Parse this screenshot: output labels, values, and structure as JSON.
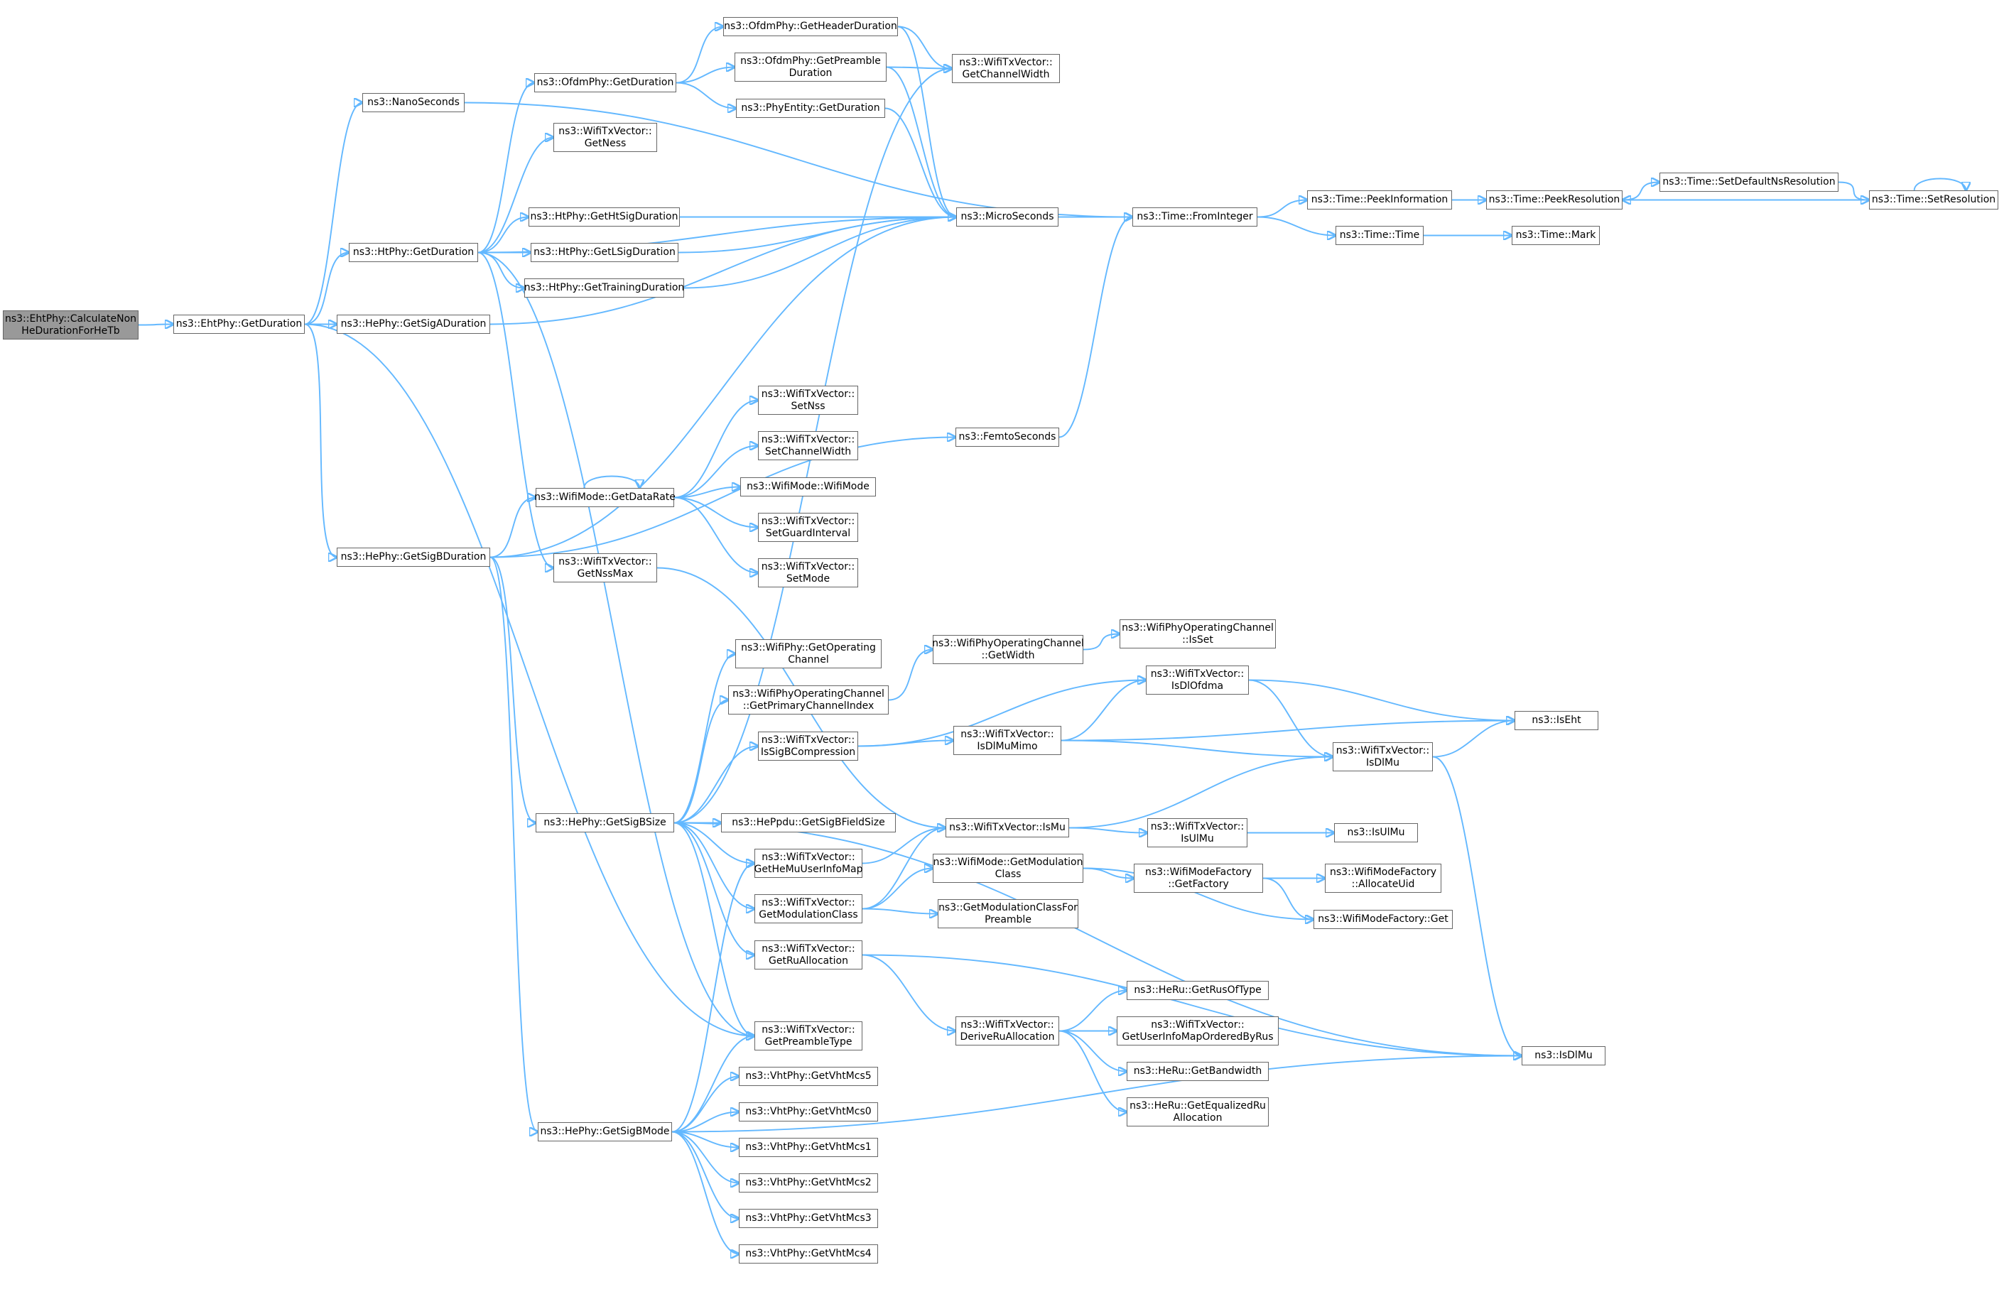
{
  "graph": {
    "style": {
      "edge_color": "#63b8ff",
      "node_border": "#666666",
      "root_fill": "#999999",
      "node_fill": "#ffffff"
    },
    "nodes": [
      {
        "id": "root",
        "lines": [
          "ns3::EhtPhy::CalculateNon",
          "HeDurationForHeTb"
        ],
        "root": true
      },
      {
        "id": "eht_getduration",
        "lines": [
          "ns3::EhtPhy::GetDuration"
        ]
      },
      {
        "id": "nanoseconds",
        "lines": [
          "ns3::NanoSeconds"
        ]
      },
      {
        "id": "ht_getduration",
        "lines": [
          "ns3::HtPhy::GetDuration"
        ]
      },
      {
        "id": "he_getsigaduration",
        "lines": [
          "ns3::HePhy::GetSigADuration"
        ]
      },
      {
        "id": "he_getsigbduration",
        "lines": [
          "ns3::HePhy::GetSigBDuration"
        ]
      },
      {
        "id": "ofdm_getheaderduration",
        "lines": [
          "ns3::OfdmPhy::GetHeaderDuration"
        ]
      },
      {
        "id": "ofdm_getduration",
        "lines": [
          "ns3::OfdmPhy::GetDuration"
        ]
      },
      {
        "id": "ofdm_getpreambleduration",
        "lines": [
          "ns3::OfdmPhy::GetPreamble",
          "Duration"
        ]
      },
      {
        "id": "phyentity_getduration",
        "lines": [
          "ns3::PhyEntity::GetDuration"
        ]
      },
      {
        "id": "txv_getness",
        "lines": [
          "ns3::WifiTxVector::",
          "GetNess"
        ]
      },
      {
        "id": "ht_gethtsigduration",
        "lines": [
          "ns3::HtPhy::GetHtSigDuration"
        ]
      },
      {
        "id": "ht_getlsigduration",
        "lines": [
          "ns3::HtPhy::GetLSigDuration"
        ]
      },
      {
        "id": "ht_gettrainingduration",
        "lines": [
          "ns3::HtPhy::GetTrainingDuration"
        ]
      },
      {
        "id": "txv_getchannelwidth",
        "lines": [
          "ns3::WifiTxVector::",
          "GetChannelWidth"
        ]
      },
      {
        "id": "microseconds",
        "lines": [
          "ns3::MicroSeconds"
        ]
      },
      {
        "id": "time_frominteger",
        "lines": [
          "ns3::Time::FromInteger"
        ]
      },
      {
        "id": "time_peekinformation",
        "lines": [
          "ns3::Time::PeekInformation"
        ]
      },
      {
        "id": "time_peekresolution",
        "lines": [
          "ns3::Time::PeekResolution"
        ]
      },
      {
        "id": "time_setdefaultnsresolution",
        "lines": [
          "ns3::Time::SetDefaultNsResolution"
        ]
      },
      {
        "id": "time_setresolution",
        "lines": [
          "ns3::Time::SetResolution"
        ]
      },
      {
        "id": "time_time",
        "lines": [
          "ns3::Time::Time"
        ]
      },
      {
        "id": "time_mark",
        "lines": [
          "ns3::Time::Mark"
        ]
      },
      {
        "id": "txv_setnss",
        "lines": [
          "ns3::WifiTxVector::",
          "SetNss"
        ]
      },
      {
        "id": "txv_setchannelwidth",
        "lines": [
          "ns3::WifiTxVector::",
          "SetChannelWidth"
        ]
      },
      {
        "id": "wifimode_wifimode",
        "lines": [
          "ns3::WifiMode::WifiMode"
        ]
      },
      {
        "id": "wifimode_getdatarate",
        "lines": [
          "ns3::WifiMode::GetDataRate"
        ]
      },
      {
        "id": "txv_setguardinterval",
        "lines": [
          "ns3::WifiTxVector::",
          "SetGuardInterval"
        ]
      },
      {
        "id": "txv_setmode",
        "lines": [
          "ns3::WifiTxVector::",
          "SetMode"
        ]
      },
      {
        "id": "txv_getnssmax",
        "lines": [
          "ns3::WifiTxVector::",
          "GetNssMax"
        ]
      },
      {
        "id": "femtoseconds",
        "lines": [
          "ns3::FemtoSeconds"
        ]
      },
      {
        "id": "wifiphy_getoperatingchannel",
        "lines": [
          "ns3::WifiPhy::GetOperating",
          "Channel"
        ]
      },
      {
        "id": "opch_getwidth",
        "lines": [
          "ns3::WifiPhyOperatingChannel",
          "::GetWidth"
        ]
      },
      {
        "id": "opch_isset",
        "lines": [
          "ns3::WifiPhyOperatingChannel",
          "::IsSet"
        ]
      },
      {
        "id": "opch_getprimarychannelindex",
        "lines": [
          "ns3::WifiPhyOperatingChannel",
          "::GetPrimaryChannelIndex"
        ]
      },
      {
        "id": "txv_isdlofdma",
        "lines": [
          "ns3::WifiTxVector::",
          "IsDlOfdma"
        ]
      },
      {
        "id": "iseht",
        "lines": [
          "ns3::IsEht"
        ]
      },
      {
        "id": "txv_issigbcompression",
        "lines": [
          "ns3::WifiTxVector::",
          "IsSigBCompression"
        ]
      },
      {
        "id": "txv_isdlmumimo",
        "lines": [
          "ns3::WifiTxVector::",
          "IsDlMuMimo"
        ]
      },
      {
        "id": "txv_isdlmu",
        "lines": [
          "ns3::WifiTxVector::",
          "IsDlMu"
        ]
      },
      {
        "id": "he_getsigbsize",
        "lines": [
          "ns3::HePhy::GetSigBSize"
        ]
      },
      {
        "id": "heppdu_getsigbfieldsize",
        "lines": [
          "ns3::HePpdu::GetSigBFieldSize"
        ]
      },
      {
        "id": "txv_ismu",
        "lines": [
          "ns3::WifiTxVector::IsMu"
        ]
      },
      {
        "id": "txv_isulmu",
        "lines": [
          "ns3::WifiTxVector::",
          "IsUlMu"
        ]
      },
      {
        "id": "isulmu",
        "lines": [
          "ns3::IsUlMu"
        ]
      },
      {
        "id": "txv_gethemuuserinfomap",
        "lines": [
          "ns3::WifiTxVector::",
          "GetHeMuUserInfoMap"
        ]
      },
      {
        "id": "wifimode_getmodulationclass",
        "lines": [
          "ns3::WifiMode::GetModulation",
          "Class"
        ]
      },
      {
        "id": "wmf_getfactory",
        "lines": [
          "ns3::WifiModeFactory",
          "::GetFactory"
        ]
      },
      {
        "id": "wmf_allocateuid",
        "lines": [
          "ns3::WifiModeFactory",
          "::AllocateUid"
        ]
      },
      {
        "id": "txv_getmodulationclass",
        "lines": [
          "ns3::WifiTxVector::",
          "GetModulationClass"
        ]
      },
      {
        "id": "getmodulationclassforpreamble",
        "lines": [
          "ns3::GetModulationClassFor",
          "Preamble"
        ]
      },
      {
        "id": "wmf_get",
        "lines": [
          "ns3::WifiModeFactory::Get"
        ]
      },
      {
        "id": "txv_getruallocation",
        "lines": [
          "ns3::WifiTxVector::",
          "GetRuAllocation"
        ]
      },
      {
        "id": "heru_getrusoftype",
        "lines": [
          "ns3::HeRu::GetRusOfType"
        ]
      },
      {
        "id": "txv_deriveruallocation",
        "lines": [
          "ns3::WifiTxVector::",
          "DeriveRuAllocation"
        ]
      },
      {
        "id": "txv_getuserinfomaporderedbyrus",
        "lines": [
          "ns3::WifiTxVector::",
          "GetUserInfoMapOrderedByRus"
        ]
      },
      {
        "id": "heru_getbandwidth",
        "lines": [
          "ns3::HeRu::GetBandwidth"
        ]
      },
      {
        "id": "heru_getequalizedruallocation",
        "lines": [
          "ns3::HeRu::GetEqualizedRu",
          "Allocation"
        ]
      },
      {
        "id": "isdlmu",
        "lines": [
          "ns3::IsDlMu"
        ]
      },
      {
        "id": "txv_getpreambletype",
        "lines": [
          "ns3::WifiTxVector::",
          "GetPreambleType"
        ]
      },
      {
        "id": "vht_getvhtmcs5",
        "lines": [
          "ns3::VhtPhy::GetVhtMcs5"
        ]
      },
      {
        "id": "vht_getvhtmcs0",
        "lines": [
          "ns3::VhtPhy::GetVhtMcs0"
        ]
      },
      {
        "id": "he_getsigbmode",
        "lines": [
          "ns3::HePhy::GetSigBMode"
        ]
      },
      {
        "id": "vht_getvhtmcs1",
        "lines": [
          "ns3::VhtPhy::GetVhtMcs1"
        ]
      },
      {
        "id": "vht_getvhtmcs2",
        "lines": [
          "ns3::VhtPhy::GetVhtMcs2"
        ]
      },
      {
        "id": "vht_getvhtmcs3",
        "lines": [
          "ns3::VhtPhy::GetVhtMcs3"
        ]
      },
      {
        "id": "vht_getvhtmcs4",
        "lines": [
          "ns3::VhtPhy::GetVhtMcs4"
        ]
      }
    ],
    "edges": [
      [
        "root",
        "eht_getduration"
      ],
      [
        "eht_getduration",
        "nanoseconds"
      ],
      [
        "eht_getduration",
        "ht_getduration"
      ],
      [
        "eht_getduration",
        "he_getsigaduration"
      ],
      [
        "eht_getduration",
        "he_getsigbduration"
      ],
      [
        "eht_getduration",
        "txv_getpreambletype"
      ],
      [
        "nanoseconds",
        "time_frominteger"
      ],
      [
        "ht_getduration",
        "ofdm_getduration"
      ],
      [
        "ht_getduration",
        "txv_getness"
      ],
      [
        "ht_getduration",
        "microseconds"
      ],
      [
        "ht_getduration",
        "ht_gethtsigduration"
      ],
      [
        "ht_getduration",
        "ht_getlsigduration"
      ],
      [
        "ht_getduration",
        "ht_gettrainingduration"
      ],
      [
        "ht_getduration",
        "txv_getnssmax"
      ],
      [
        "ht_getduration",
        "txv_getpreambletype"
      ],
      [
        "ofdm_getduration",
        "ofdm_getheaderduration"
      ],
      [
        "ofdm_getduration",
        "ofdm_getpreambleduration"
      ],
      [
        "ofdm_getduration",
        "phyentity_getduration"
      ],
      [
        "ofdm_getheaderduration",
        "txv_getchannelwidth"
      ],
      [
        "ofdm_getheaderduration",
        "microseconds"
      ],
      [
        "ofdm_getpreambleduration",
        "txv_getchannelwidth"
      ],
      [
        "ofdm_getpreambleduration",
        "microseconds"
      ],
      [
        "phyentity_getduration",
        "microseconds"
      ],
      [
        "ht_gethtsigduration",
        "microseconds"
      ],
      [
        "ht_getlsigduration",
        "microseconds"
      ],
      [
        "ht_gettrainingduration",
        "microseconds"
      ],
      [
        "he_getsigaduration",
        "microseconds"
      ],
      [
        "microseconds",
        "time_frominteger"
      ],
      [
        "time_frominteger",
        "time_peekinformation"
      ],
      [
        "time_frominteger",
        "time_time"
      ],
      [
        "time_peekinformation",
        "time_peekresolution"
      ],
      [
        "time_peekresolution",
        "time_setdefaultnsresolution"
      ],
      [
        "time_setdefaultnsresolution",
        "time_setresolution"
      ],
      [
        "time_setresolution",
        "time_peekresolution"
      ],
      [
        "time_setresolution",
        "time_setresolution"
      ],
      [
        "time_time",
        "time_mark"
      ],
      [
        "he_getsigbduration",
        "microseconds"
      ],
      [
        "he_getsigbduration",
        "wifimode_getdatarate"
      ],
      [
        "he_getsigbduration",
        "femtoseconds"
      ],
      [
        "he_getsigbduration",
        "he_getsigbsize"
      ],
      [
        "he_getsigbduration",
        "he_getsigbmode"
      ],
      [
        "wifimode_getdatarate",
        "wifimode_getdatarate"
      ],
      [
        "wifimode_getdatarate",
        "txv_setnss"
      ],
      [
        "wifimode_getdatarate",
        "txv_setchannelwidth"
      ],
      [
        "wifimode_getdatarate",
        "wifimode_wifimode"
      ],
      [
        "wifimode_getdatarate",
        "txv_setguardinterval"
      ],
      [
        "wifimode_getdatarate",
        "txv_setmode"
      ],
      [
        "femtoseconds",
        "time_frominteger"
      ],
      [
        "txv_getnssmax",
        "txv_ismu"
      ],
      [
        "he_getsigbsize",
        "txv_getchannelwidth"
      ],
      [
        "he_getsigbsize",
        "wifiphy_getoperatingchannel"
      ],
      [
        "he_getsigbsize",
        "opch_getprimarychannelindex"
      ],
      [
        "he_getsigbsize",
        "txv_issigbcompression"
      ],
      [
        "he_getsigbsize",
        "heppdu_getsigbfieldsize"
      ],
      [
        "he_getsigbsize",
        "txv_gethemuuserinfomap"
      ],
      [
        "he_getsigbsize",
        "txv_getmodulationclass"
      ],
      [
        "he_getsigbsize",
        "txv_getruallocation"
      ],
      [
        "he_getsigbsize",
        "txv_getpreambletype"
      ],
      [
        "he_getsigbsize",
        "isdlmu"
      ],
      [
        "opch_getprimarychannelindex",
        "opch_getwidth"
      ],
      [
        "opch_getwidth",
        "opch_isset"
      ],
      [
        "txv_issigbcompression",
        "txv_isdlofdma"
      ],
      [
        "txv_issigbcompression",
        "txv_isdlmumimo"
      ],
      [
        "txv_isdlofdma",
        "iseht"
      ],
      [
        "txv_isdlofdma",
        "txv_isdlmu"
      ],
      [
        "txv_isdlmumimo",
        "txv_isdlofdma"
      ],
      [
        "txv_isdlmumimo",
        "iseht"
      ],
      [
        "txv_isdlmumimo",
        "txv_isdlmu"
      ],
      [
        "txv_isdlmu",
        "iseht"
      ],
      [
        "txv_isdlmu",
        "isdlmu"
      ],
      [
        "txv_ismu",
        "txv_isdlmu"
      ],
      [
        "txv_ismu",
        "txv_isulmu"
      ],
      [
        "txv_isulmu",
        "isulmu"
      ],
      [
        "txv_gethemuuserinfomap",
        "txv_ismu"
      ],
      [
        "txv_getmodulationclass",
        "txv_ismu"
      ],
      [
        "txv_getmodulationclass",
        "wifimode_getmodulationclass"
      ],
      [
        "txv_getmodulationclass",
        "getmodulationclassforpreamble"
      ],
      [
        "wifimode_getmodulationclass",
        "wmf_getfactory"
      ],
      [
        "wifimode_getmodulationclass",
        "wmf_get"
      ],
      [
        "wmf_getfactory",
        "wmf_allocateuid"
      ],
      [
        "wmf_getfactory",
        "wmf_get"
      ],
      [
        "txv_getruallocation",
        "isdlmu"
      ],
      [
        "txv_getruallocation",
        "txv_deriveruallocation"
      ],
      [
        "txv_deriveruallocation",
        "heru_getrusoftype"
      ],
      [
        "txv_deriveruallocation",
        "txv_getuserinfomaporderedbyrus"
      ],
      [
        "txv_deriveruallocation",
        "heru_getbandwidth"
      ],
      [
        "txv_deriveruallocation",
        "heru_getequalizedruallocation"
      ],
      [
        "he_getsigbmode",
        "txv_gethemuuserinfomap"
      ],
      [
        "he_getsigbmode",
        "txv_getpreambletype"
      ],
      [
        "he_getsigbmode",
        "vht_getvhtmcs5"
      ],
      [
        "he_getsigbmode",
        "vht_getvhtmcs0"
      ],
      [
        "he_getsigbmode",
        "vht_getvhtmcs1"
      ],
      [
        "he_getsigbmode",
        "vht_getvhtmcs2"
      ],
      [
        "he_getsigbmode",
        "vht_getvhtmcs3"
      ],
      [
        "he_getsigbmode",
        "vht_getvhtmcs4"
      ],
      [
        "he_getsigbmode",
        "isdlmu"
      ]
    ]
  }
}
